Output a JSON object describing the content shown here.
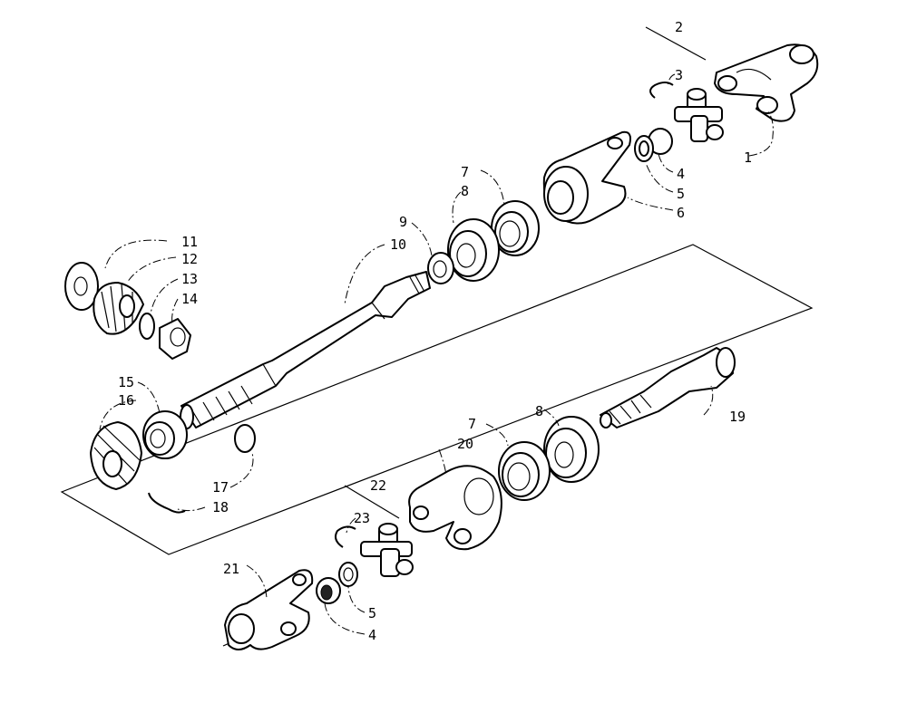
{
  "diagram": {
    "callouts": [
      "1",
      "2",
      "3",
      "4",
      "5",
      "6",
      "7",
      "8",
      "9",
      "10",
      "11",
      "12",
      "13",
      "14",
      "15",
      "16",
      "17",
      "18",
      "19",
      "20",
      "21",
      "22",
      "23"
    ],
    "callouts_repeated": [
      "4",
      "5",
      "7",
      "8"
    ]
  }
}
